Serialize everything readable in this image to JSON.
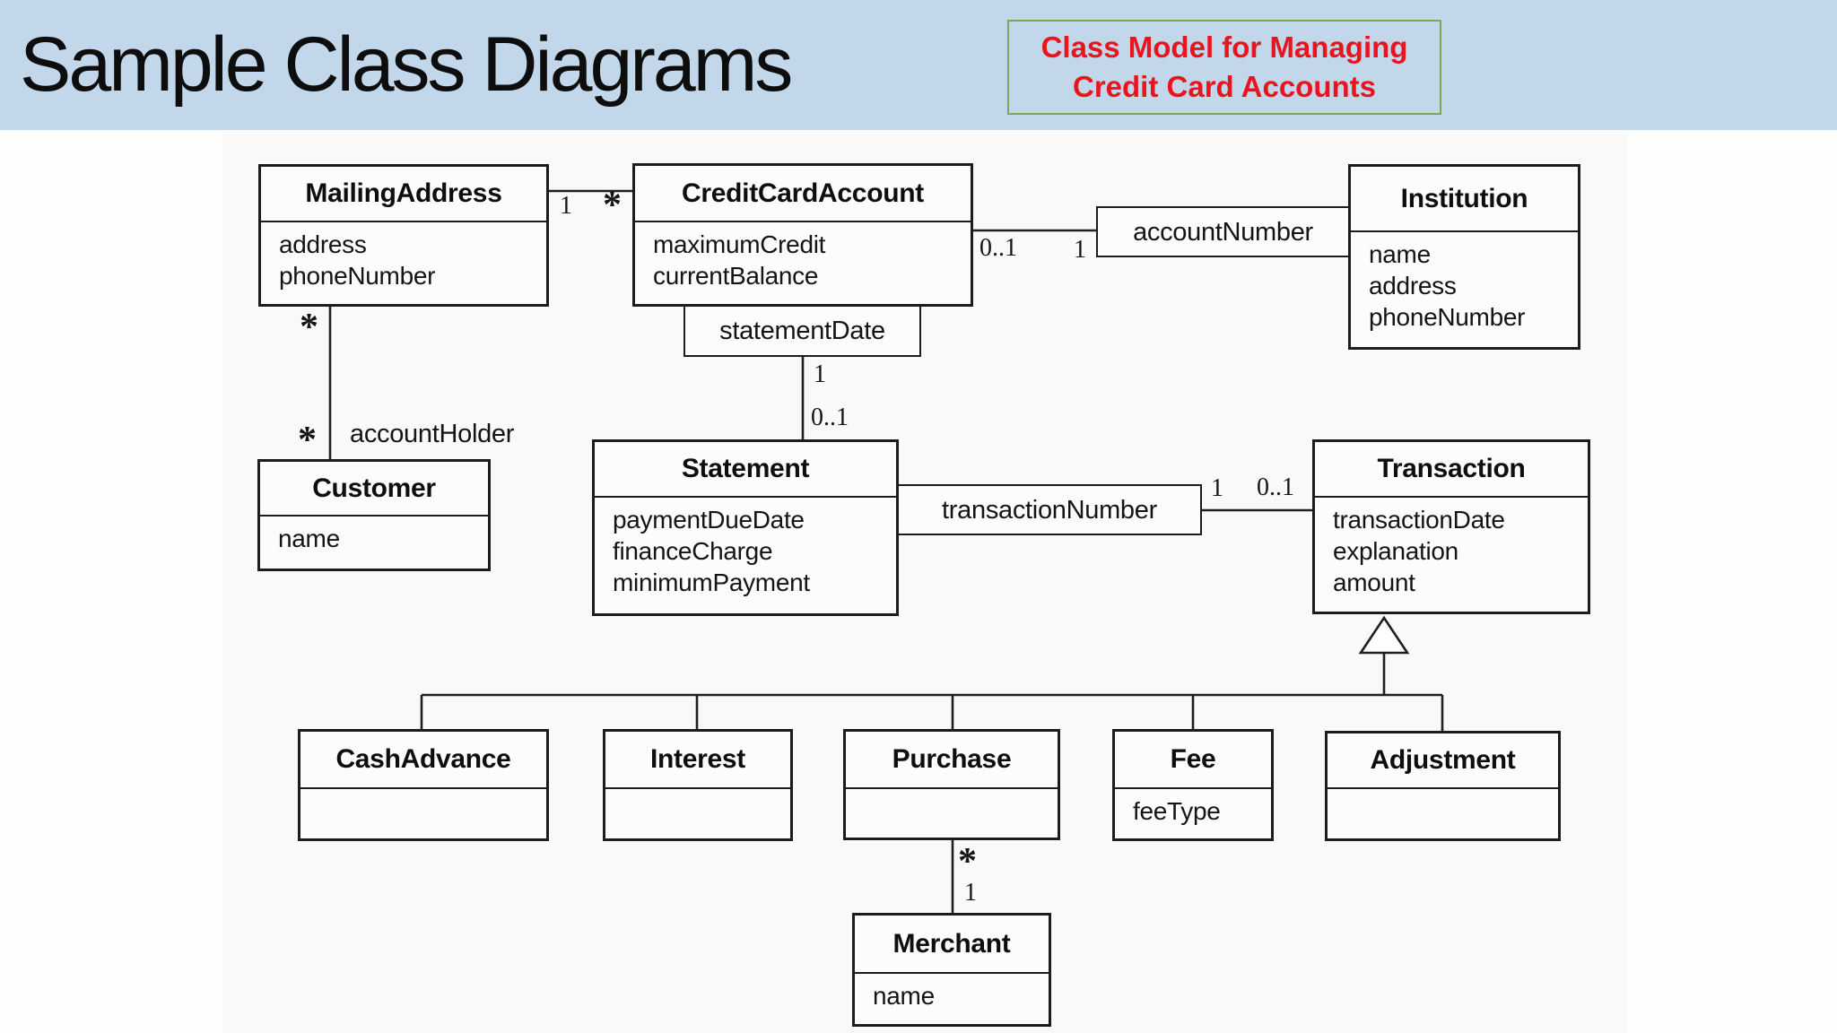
{
  "header": {
    "title": "Sample Class Diagrams",
    "annotation_line1": "Class Model for Managing",
    "annotation_line2": "Credit Card Accounts",
    "colors": {
      "band_background": "#c3d7ea",
      "annotation_text": "#e8141e",
      "annotation_border": "#81a65b",
      "diagram_ink": "#1c1c1c"
    }
  },
  "diagram": {
    "classes": {
      "mailingAddress": {
        "name": "MailingAddress",
        "attrs": [
          "address",
          "phoneNumber"
        ]
      },
      "creditCardAccount": {
        "name": "CreditCardAccount",
        "attrs": [
          "maximumCredit",
          "currentBalance"
        ]
      },
      "statementDate": {
        "name": "statementDate"
      },
      "institution": {
        "name": "Institution",
        "attrs": [
          "name",
          "address",
          "phoneNumber"
        ]
      },
      "accountNumber": {
        "name": "accountNumber"
      },
      "customer": {
        "name": "Customer",
        "attrs": [
          "name"
        ]
      },
      "statement": {
        "name": "Statement",
        "attrs": [
          "paymentDueDate",
          "financeCharge",
          "minimumPayment"
        ]
      },
      "transactionNumber": {
        "name": "transactionNumber"
      },
      "transaction": {
        "name": "Transaction",
        "attrs": [
          "transactionDate",
          "explanation",
          "amount"
        ]
      },
      "cashAdvance": {
        "name": "CashAdvance",
        "attrs": []
      },
      "interest": {
        "name": "Interest",
        "attrs": []
      },
      "purchase": {
        "name": "Purchase",
        "attrs": []
      },
      "fee": {
        "name": "Fee",
        "attrs": [
          "feeType"
        ]
      },
      "adjustment": {
        "name": "Adjustment",
        "attrs": []
      },
      "merchant": {
        "name": "Merchant",
        "attrs": [
          "name"
        ]
      }
    },
    "associations": {
      "mailing_credit": {
        "from_label": "1",
        "to_label": "*"
      },
      "credit_institution": {
        "link_class": "accountNumber",
        "from_label": "0..1",
        "to_label": "1"
      },
      "credit_statement": {
        "link_class": "statementDate",
        "from_label": "1",
        "to_label": "0..1"
      },
      "statement_transaction": {
        "link_class": "transactionNumber",
        "from_label": "1",
        "to_label": "0..1"
      },
      "mailing_customer": {
        "from_label": "*",
        "to_label": "*",
        "role": "accountHolder"
      },
      "purchase_merchant": {
        "from_label": "*",
        "to_label": "1"
      },
      "generalization_children": [
        "CashAdvance",
        "Interest",
        "Purchase",
        "Fee",
        "Adjustment"
      ]
    }
  }
}
